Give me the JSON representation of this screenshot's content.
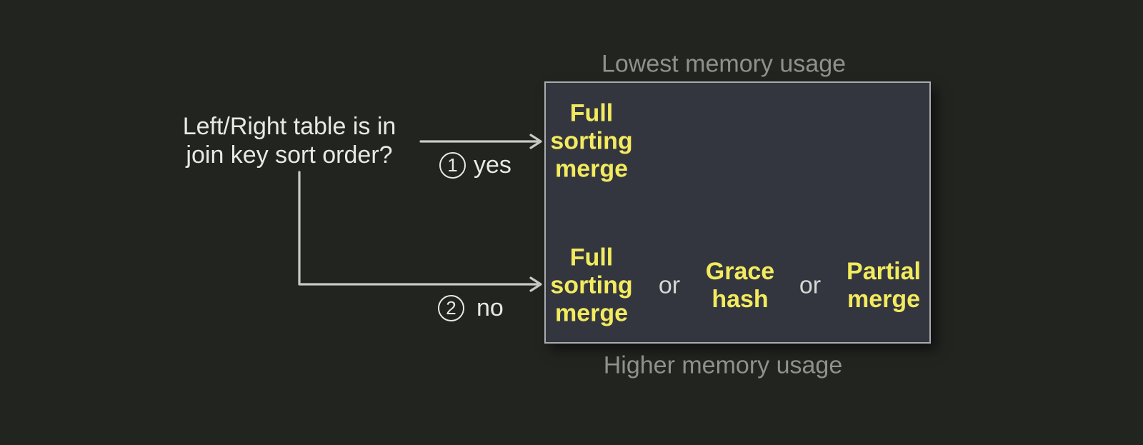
{
  "question": {
    "text": "Left/Right table is in\njoin key sort order?"
  },
  "branches": {
    "yes": {
      "badge": "1",
      "label": "yes"
    },
    "no": {
      "badge": "2",
      "label": "no"
    }
  },
  "memory_scale": {
    "top": "Lowest memory usage",
    "bottom": "Higher memory usage"
  },
  "algorithms": {
    "sorted_row": {
      "full_sorting_merge": "Full\nsorting\nmerge"
    },
    "unsorted_row": {
      "full_sorting_merge": "Full\nsorting\nmerge",
      "separator": "or",
      "grace_hash": "Grace\nhash",
      "partial_merge": "Partial\nmerge"
    }
  },
  "colors": {
    "background": "#222420",
    "box_fill": "#33363f",
    "box_border": "#a9abad",
    "algorithm_text": "#f3eb5e",
    "muted_label": "#8f918c",
    "primary_text": "#e8e9e5",
    "separator_text": "#d6d8d3",
    "connector": "#c9cbc6"
  }
}
